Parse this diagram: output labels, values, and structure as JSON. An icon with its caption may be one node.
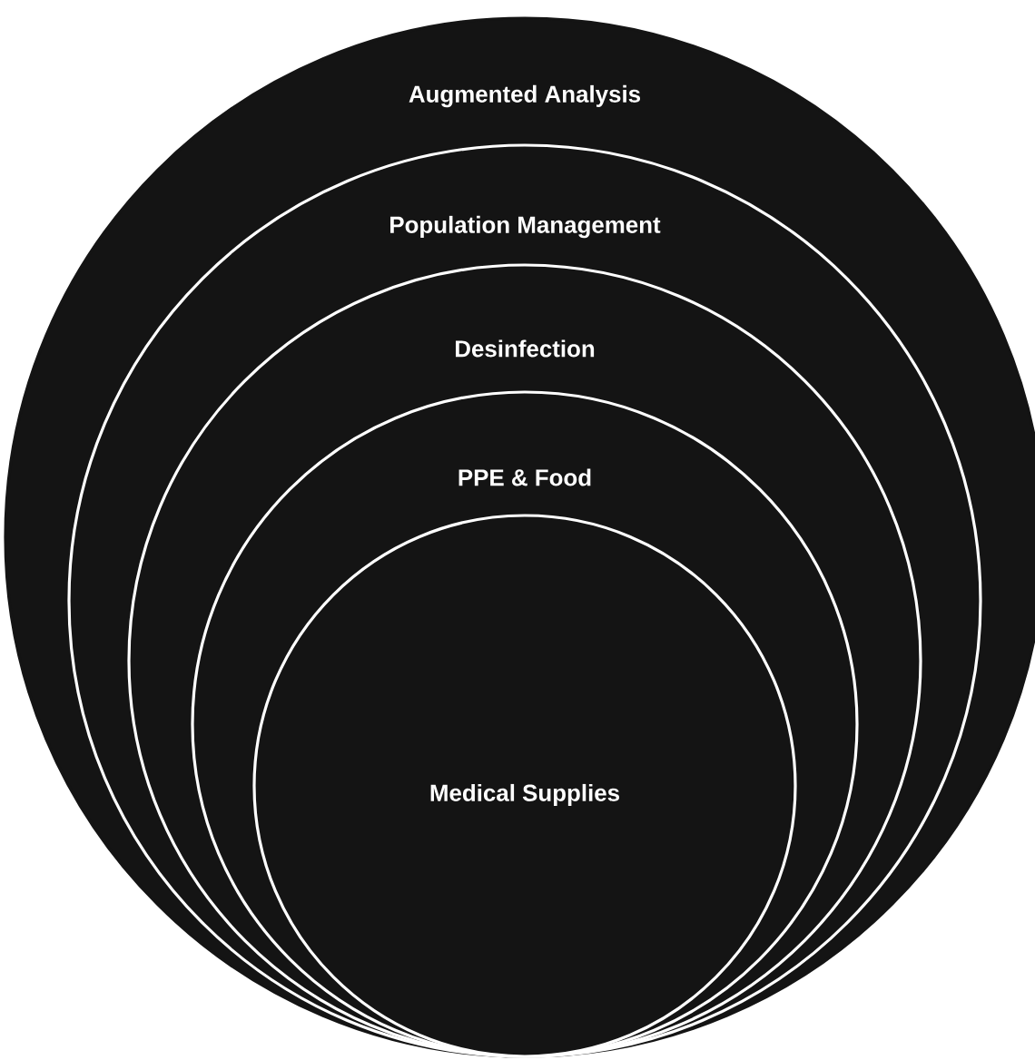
{
  "diagram": {
    "nodes": [
      {
        "text": [
          "Augmented Analysis"
        ]
      },
      {
        "text": [
          "Population Management"
        ],
        "in": 0
      },
      {
        "text": [
          "Desinfection"
        ],
        "in": 1
      },
      {
        "text": [
          "PPE & Food"
        ],
        "in": 2
      },
      {
        "text": [
          "Medical Supplies"
        ],
        "in": 3
      }
    ]
  }
}
